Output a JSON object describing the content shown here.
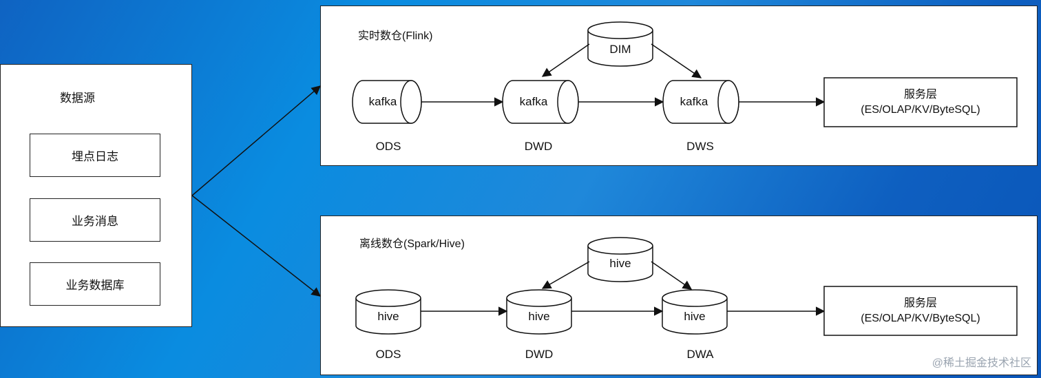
{
  "sources": {
    "title": "数据源",
    "items": [
      {
        "label": "埋点日志"
      },
      {
        "label": "业务消息"
      },
      {
        "label": "业务数据库"
      }
    ]
  },
  "realtime": {
    "title": "实时数仓(Flink)",
    "dim_label": "DIM",
    "stages": [
      {
        "shape_label": "kafka",
        "layer": "ODS"
      },
      {
        "shape_label": "kafka",
        "layer": "DWD"
      },
      {
        "shape_label": "kafka",
        "layer": "DWS"
      }
    ],
    "service": {
      "line1": "服务层",
      "line2": "(ES/OLAP/KV/ByteSQL)"
    }
  },
  "offline": {
    "title": "离线数仓(Spark/Hive)",
    "dim_label": "hive",
    "stages": [
      {
        "shape_label": "hive",
        "layer": "ODS"
      },
      {
        "shape_label": "hive",
        "layer": "DWD"
      },
      {
        "shape_label": "hive",
        "layer": "DWA"
      }
    ],
    "service": {
      "line1": "服务层",
      "line2": "(ES/OLAP/KV/ByteSQL)"
    }
  },
  "watermark": "@稀土掘金技术社区",
  "colors": {
    "background": "#0a8ce0",
    "panel": "#ffffff",
    "stroke": "#222222"
  }
}
